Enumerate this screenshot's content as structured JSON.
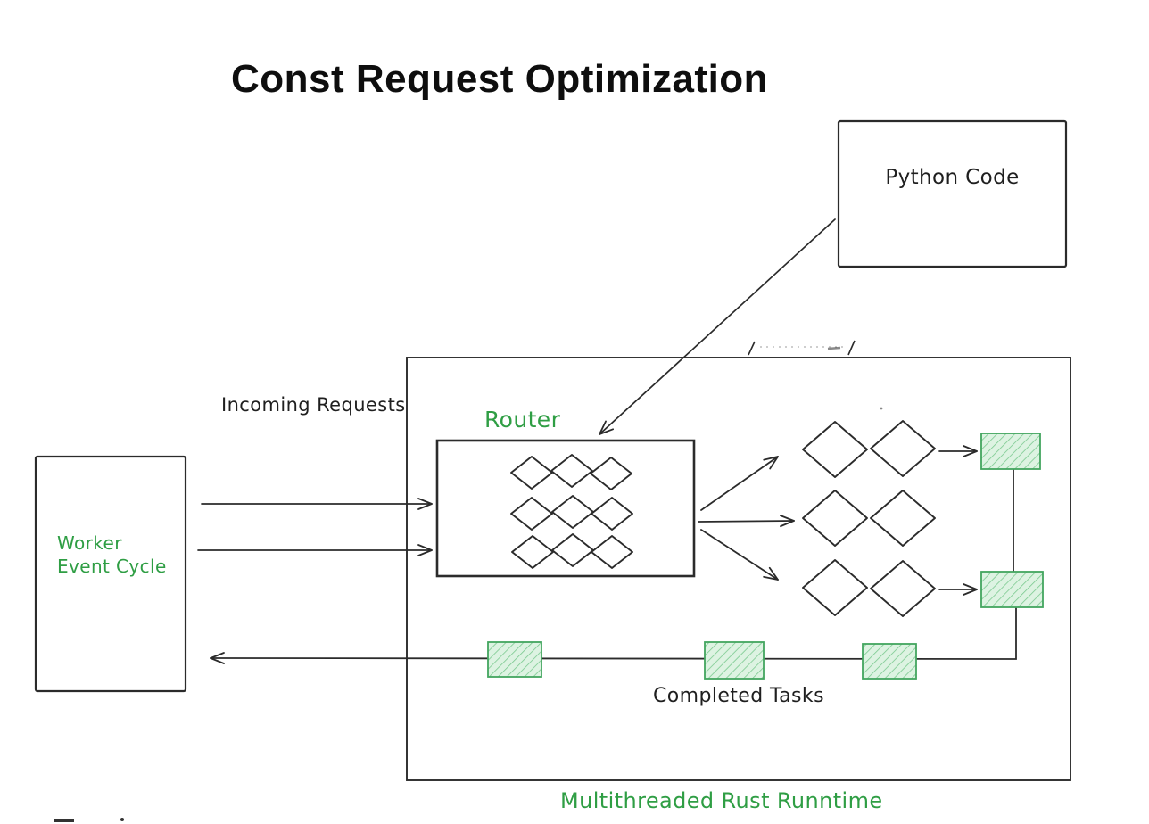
{
  "title": "Const Request Optimization",
  "labels": {
    "python_code": "Python Code",
    "incoming_requests": "Incoming Requests",
    "worker_event_cycle": "Worker Event Cycle",
    "router": "Router",
    "completed_tasks": "Completed Tasks",
    "runtime": "Multithreaded Rust Runntime"
  },
  "colors": {
    "ink": "#2b2b2b",
    "green_text": "#2f9e44",
    "green_box_border": "#43a55f",
    "green_box_fill": "#ddf3e2",
    "green_hatch": "#7ac98f"
  },
  "shapes": {
    "router_queue_diamonds": 9,
    "worker_diamond_pairs": 3,
    "green_task_boxes": 5,
    "incoming_request_arrows": 2,
    "fanout_arrows": 3
  }
}
